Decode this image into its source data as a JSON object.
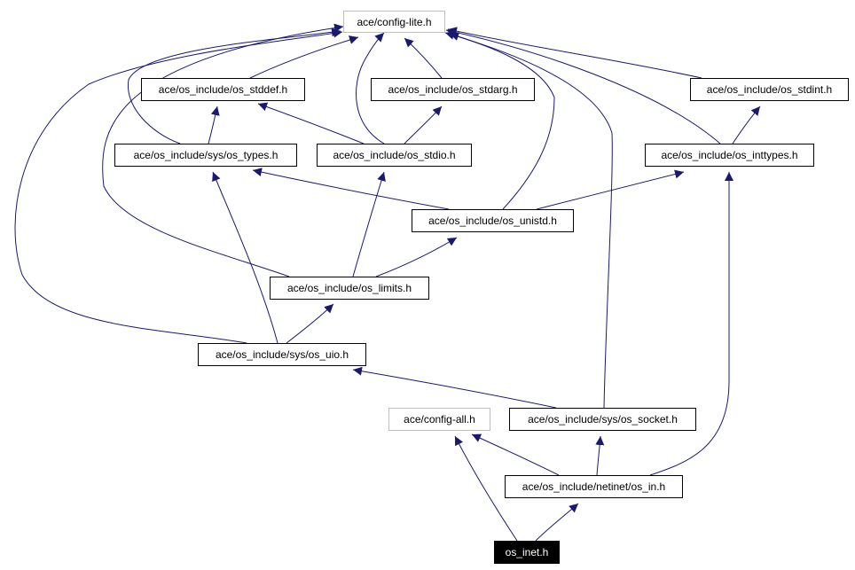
{
  "diagram": {
    "nodes": [
      {
        "id": "config-lite",
        "label": "ace/config-lite.h",
        "style": "gray"
      },
      {
        "id": "os-stddef",
        "label": "ace/os_include/os_stddef.h",
        "style": "normal"
      },
      {
        "id": "os-stdarg",
        "label": "ace/os_include/os_stdarg.h",
        "style": "normal"
      },
      {
        "id": "os-stdint",
        "label": "ace/os_include/os_stdint.h",
        "style": "normal"
      },
      {
        "id": "sys-os-types",
        "label": "ace/os_include/sys/os_types.h",
        "style": "normal"
      },
      {
        "id": "os-stdio",
        "label": "ace/os_include/os_stdio.h",
        "style": "normal"
      },
      {
        "id": "os-inttypes",
        "label": "ace/os_include/os_inttypes.h",
        "style": "normal"
      },
      {
        "id": "os-unistd",
        "label": "ace/os_include/os_unistd.h",
        "style": "normal"
      },
      {
        "id": "os-limits",
        "label": "ace/os_include/os_limits.h",
        "style": "normal"
      },
      {
        "id": "sys-os-uio",
        "label": "ace/os_include/sys/os_uio.h",
        "style": "normal"
      },
      {
        "id": "config-all",
        "label": "ace/config-all.h",
        "style": "gray"
      },
      {
        "id": "sys-os-socket",
        "label": "ace/os_include/sys/os_socket.h",
        "style": "normal"
      },
      {
        "id": "netinet-os-in",
        "label": "ace/os_include/netinet/os_in.h",
        "style": "normal"
      },
      {
        "id": "os-inet",
        "label": "os_inet.h",
        "style": "focus"
      }
    ],
    "edges": [
      {
        "from": "os-inet",
        "to": "config-all"
      },
      {
        "from": "os-inet",
        "to": "netinet-os-in"
      },
      {
        "from": "netinet-os-in",
        "to": "config-all"
      },
      {
        "from": "netinet-os-in",
        "to": "sys-os-socket"
      },
      {
        "from": "netinet-os-in",
        "to": "os-inttypes"
      },
      {
        "from": "sys-os-socket",
        "to": "sys-os-uio"
      },
      {
        "from": "sys-os-socket",
        "to": "config-lite"
      },
      {
        "from": "sys-os-uio",
        "to": "os-limits"
      },
      {
        "from": "sys-os-uio",
        "to": "sys-os-types"
      },
      {
        "from": "sys-os-uio",
        "to": "config-lite"
      },
      {
        "from": "os-limits",
        "to": "os-unistd"
      },
      {
        "from": "os-limits",
        "to": "os-stdio"
      },
      {
        "from": "os-limits",
        "to": "config-lite"
      },
      {
        "from": "os-unistd",
        "to": "sys-os-types"
      },
      {
        "from": "os-unistd",
        "to": "os-inttypes"
      },
      {
        "from": "os-unistd",
        "to": "config-lite"
      },
      {
        "from": "os-inttypes",
        "to": "os-stdint"
      },
      {
        "from": "os-inttypes",
        "to": "config-lite"
      },
      {
        "from": "os-stdint",
        "to": "config-lite"
      },
      {
        "from": "os-stdio",
        "to": "os-stdarg"
      },
      {
        "from": "os-stdio",
        "to": "os-stddef"
      },
      {
        "from": "os-stdio",
        "to": "config-lite"
      },
      {
        "from": "sys-os-types",
        "to": "os-stddef"
      },
      {
        "from": "sys-os-types",
        "to": "config-lite"
      },
      {
        "from": "os-stdarg",
        "to": "config-lite"
      },
      {
        "from": "os-stddef",
        "to": "config-lite"
      }
    ],
    "colors": {
      "edge": "#191970",
      "node_border": "#000000",
      "external_border": "#bfbfbf",
      "focus_fill": "#000000",
      "focus_text": "#ffffff",
      "background": "#ffffff"
    }
  }
}
